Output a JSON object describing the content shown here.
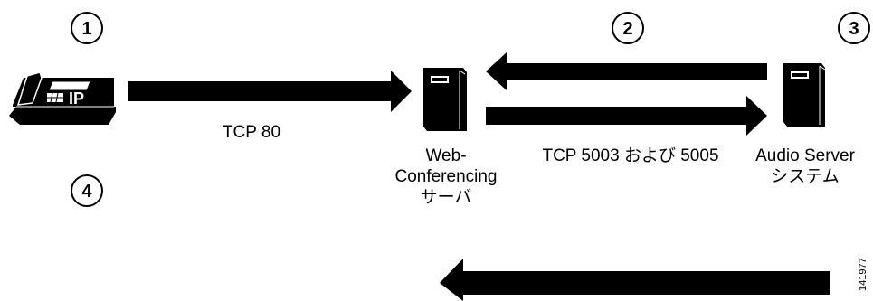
{
  "steps": [
    "1",
    "2",
    "3",
    "4"
  ],
  "phone": {
    "badge": "IP"
  },
  "links": {
    "phone_to_web": "TCP 80",
    "web_to_audio": "TCP 5003 および 5005"
  },
  "nodes": {
    "web_line1": "Web-",
    "web_line2": "Conferencing",
    "web_line3": "サーバ",
    "audio_line1": "Audio Server",
    "audio_line2": "システム"
  },
  "figure_id": "141977",
  "icons": [
    "ip-phone-icon",
    "server-icon"
  ]
}
